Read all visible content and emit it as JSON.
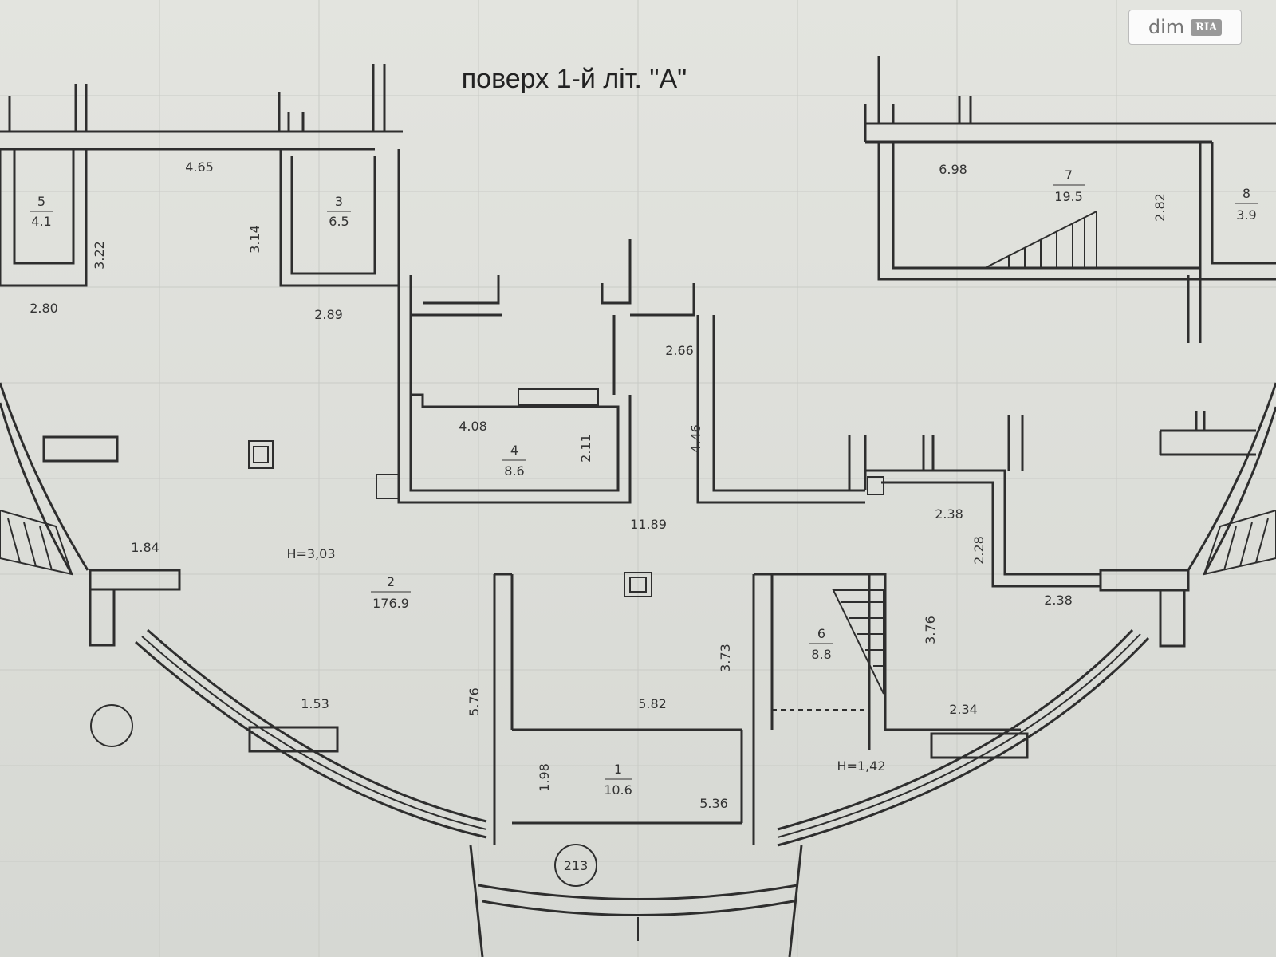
{
  "title": "поверх 1-й літ. \"А\"",
  "watermark": {
    "brand": "dim",
    "mark": "RIA"
  },
  "rooms": [
    {
      "number": "5",
      "area": "4.1"
    },
    {
      "number": "3",
      "area": "6.5"
    },
    {
      "number": "7",
      "area": "19.5"
    },
    {
      "number": "8",
      "area": "3.9"
    },
    {
      "number": "4",
      "area": "8.6"
    },
    {
      "number": "2",
      "area": "176.9"
    },
    {
      "number": "6",
      "area": "8.8"
    },
    {
      "number": "1",
      "area": "10.6"
    }
  ],
  "dimensions": {
    "d465": "4.65",
    "d322": "3.22",
    "d314": "3.14",
    "d280": "2.80",
    "d289": "2.89",
    "d698": "6.98",
    "d282": "2.82",
    "d266": "2.66",
    "d408": "4.08",
    "d211": "2.11",
    "d446": "4.46",
    "d1189": "11.89",
    "d238a": "2.38",
    "d228": "2.28",
    "d238b": "2.38",
    "d184": "1.84",
    "h303": "H=3,03",
    "d376": "3.76",
    "d373": "3.73",
    "d576": "5.76",
    "d153": "1.53",
    "d582": "5.82",
    "d234": "2.34",
    "h142": "H=1,42",
    "d198": "1.98",
    "d536": "5.36",
    "d213": "213"
  }
}
